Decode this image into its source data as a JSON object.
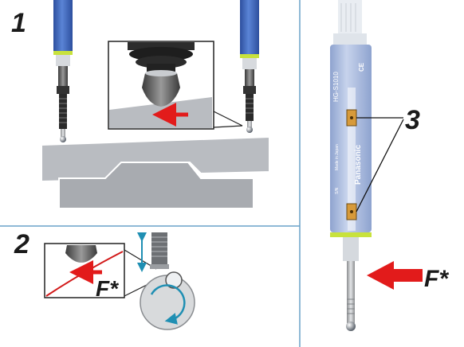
{
  "callouts": {
    "panel1": "1",
    "panel2": "2",
    "part3": "3",
    "force_bottom_left": "F*",
    "force_right": "F*"
  },
  "sensor": {
    "brand": "Panasonic",
    "model": "HG-S1010",
    "ce_mark": "CE",
    "origin": "Made in Japan",
    "serial_label": "S/N"
  },
  "colors": {
    "sensor_blue": "#3f63b5",
    "sensor_body": "#a9b9da",
    "accent_green": "#c8e23c",
    "arrow_red": "#e21b1b",
    "divider": "#6aa2c9",
    "plate_gray": "#b9bcc1",
    "bearing_yellow": "#d79a3a"
  }
}
